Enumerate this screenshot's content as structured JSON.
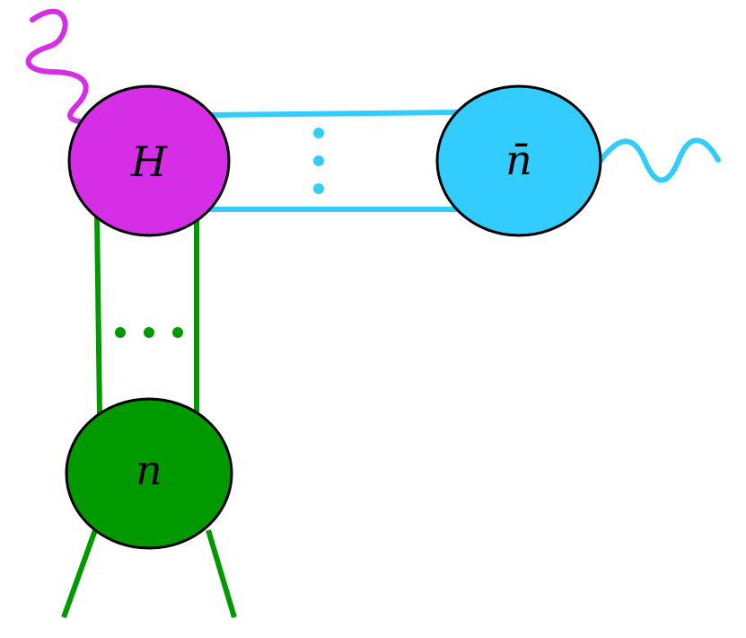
{
  "diagram": {
    "nodes": [
      {
        "id": "hard",
        "label": "H",
        "fill": "#d62ee6"
      },
      {
        "id": "anticollinear",
        "label": "n̄",
        "fill": "#33ccff"
      },
      {
        "id": "collinear",
        "label": "n",
        "fill": "#009900"
      }
    ],
    "colors": {
      "hard": "#d62ee6",
      "anticollinear": "#33ccff",
      "collinear": "#009900",
      "outline": "#000000"
    },
    "edges": [
      {
        "from": "hard",
        "to": "anticollinear",
        "style": "double-line-with-vertical-dots"
      },
      {
        "from": "hard",
        "to": "collinear",
        "style": "double-line-with-horizontal-dots"
      }
    ],
    "external_legs": [
      {
        "attached_to": "hard",
        "kind": "photon",
        "color": "#d62ee6"
      },
      {
        "attached_to": "anticollinear",
        "kind": "photon",
        "color": "#33ccff"
      },
      {
        "attached_to": "collinear",
        "kind": "line",
        "color": "#009900"
      },
      {
        "attached_to": "collinear",
        "kind": "line",
        "color": "#009900"
      }
    ]
  }
}
